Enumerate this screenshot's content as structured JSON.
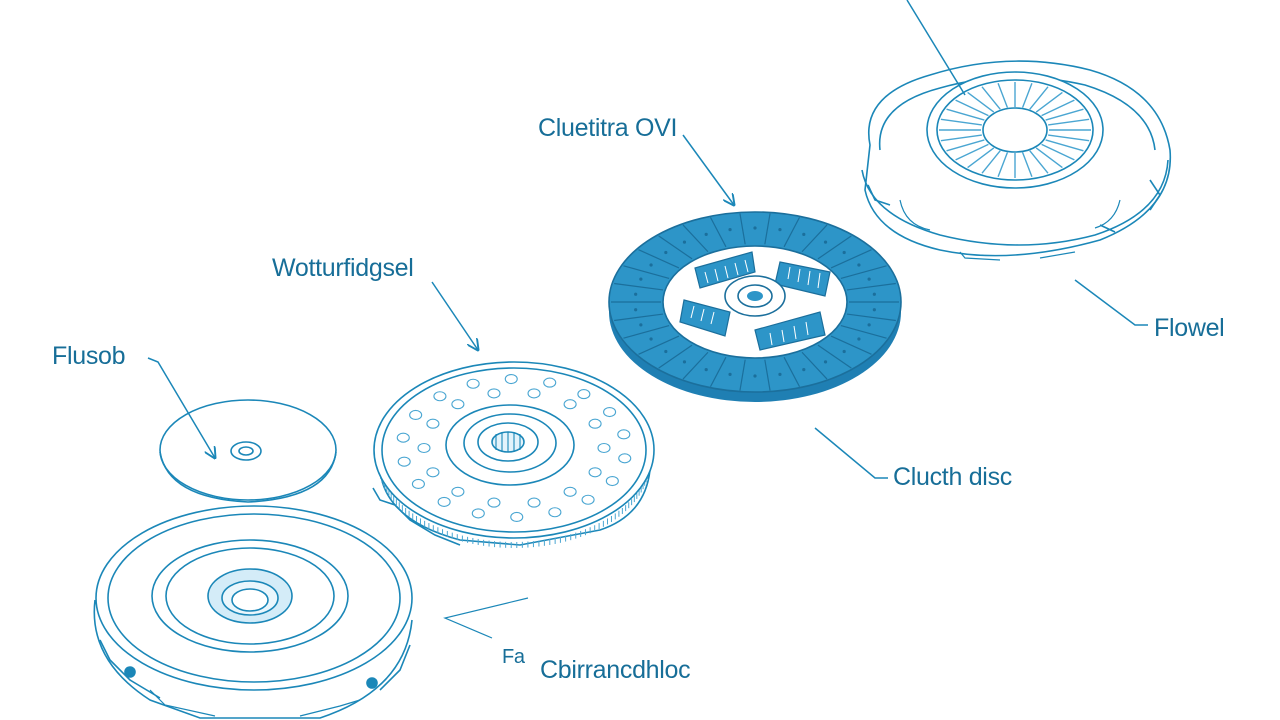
{
  "colors": {
    "ink": "#1b87b8",
    "ink_light": "#5db3d8",
    "fill_dark": "#2d95c8",
    "fill_light": "#e3f3fb",
    "label": "#176e98",
    "background": "#ffffff"
  },
  "labels": {
    "cluetitra": "Cluetitra OVI",
    "wotturfidgsel": "Wotturfidgsel",
    "flusob": "Flusob",
    "flowel": "Flowel",
    "clucth_disc": "Clucth disc",
    "fa_mark": "Fa",
    "cbirrancdhloc": "Cbirrancdhloc"
  }
}
